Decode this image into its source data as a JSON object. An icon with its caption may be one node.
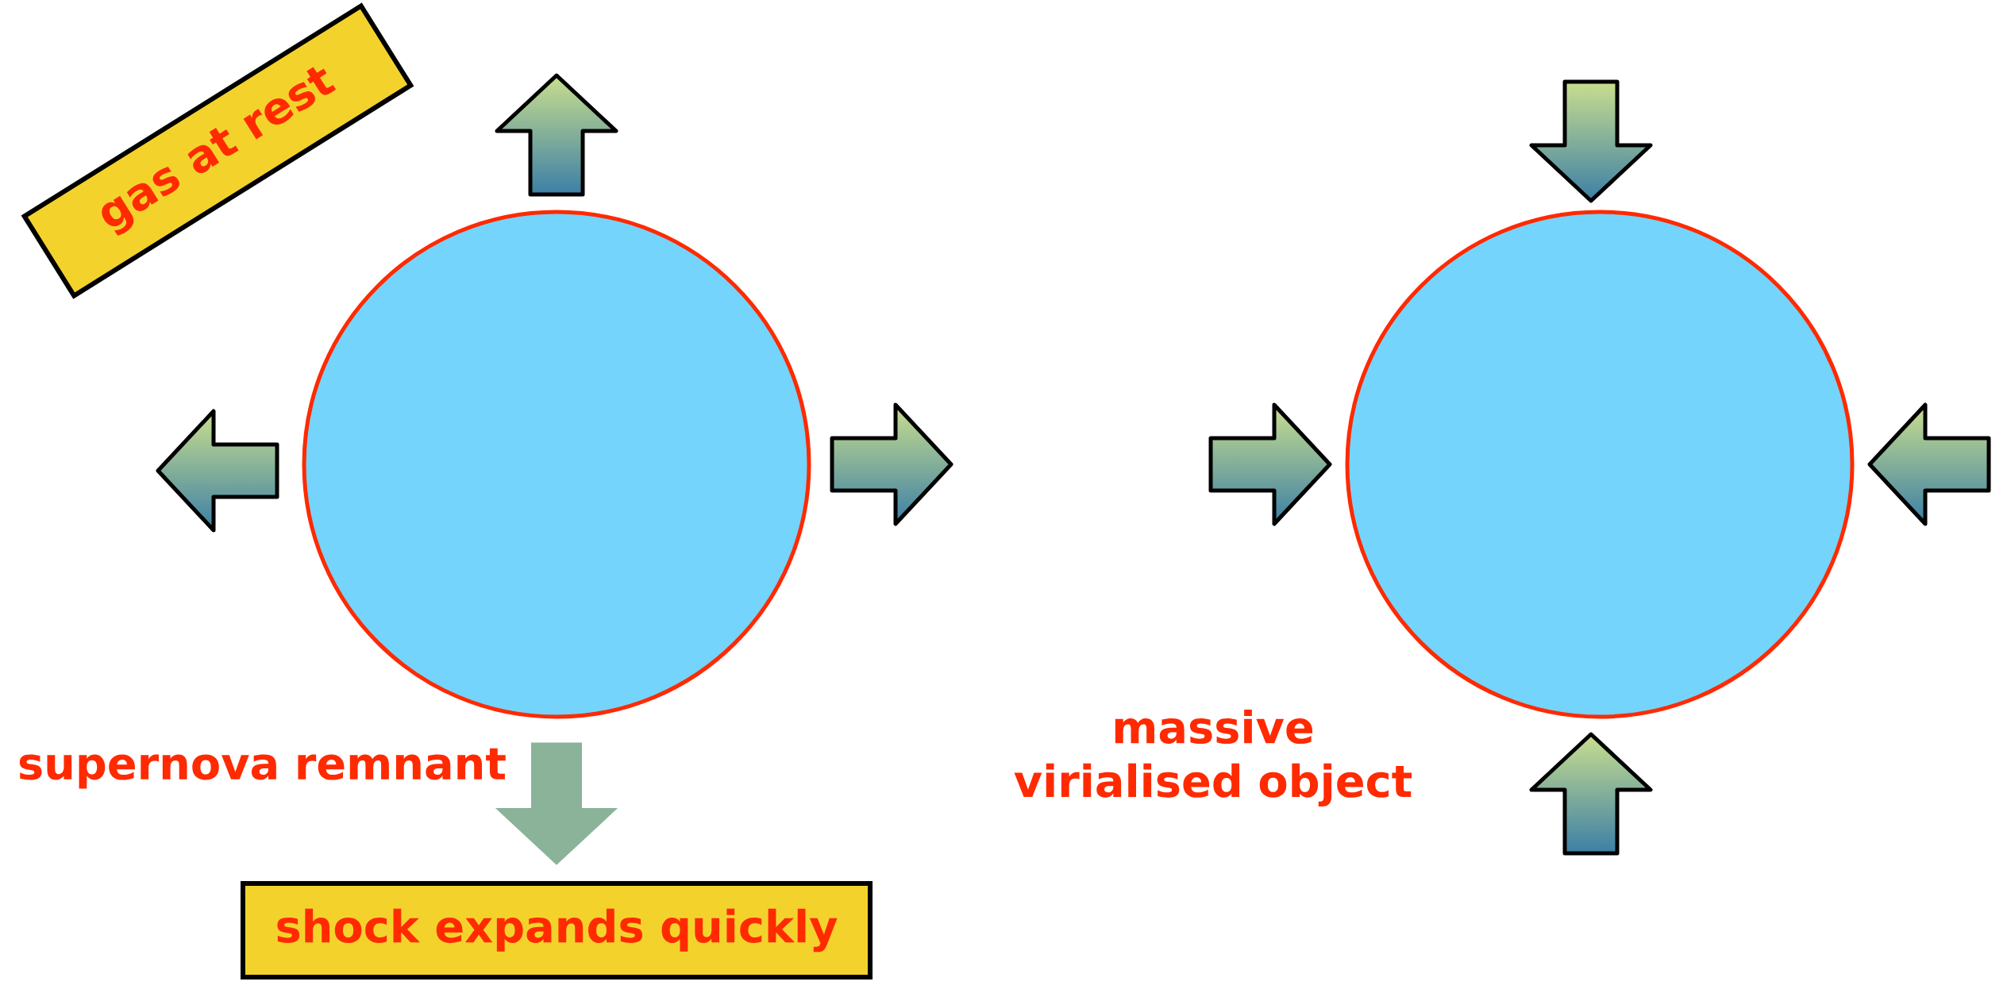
{
  "diagram": {
    "nodes": [
      {
        "text": [],
        "shape": "circle",
        "beside": [
          "supernova remnant"
        ]
      },
      {
        "text": [],
        "shape": "circle",
        "beside": [
          "massive virialised object"
        ]
      },
      {
        "text": [
          "gas at rest"
        ]
      },
      {
        "text": [
          "shock expands quickly"
        ]
      }
    ],
    "edges": [
      {
        "from": 0,
        "to": 3,
        "arrow": "to"
      }
    ]
  }
}
